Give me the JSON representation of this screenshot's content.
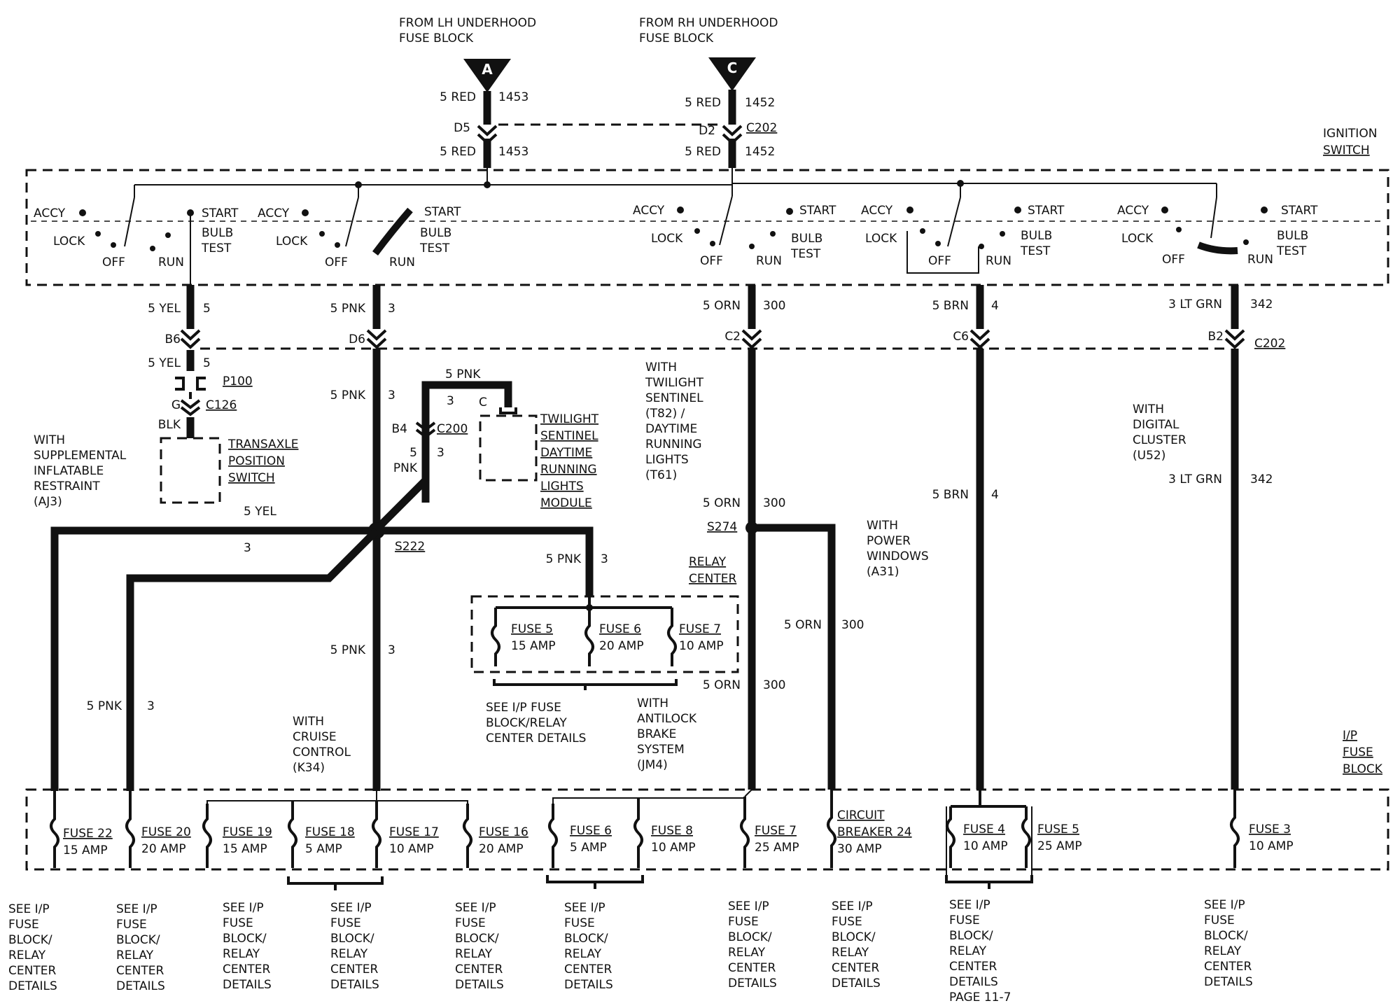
{
  "sources": {
    "lh": {
      "line1": "FROM LH UNDERHOOD",
      "line2": "FUSE BLOCK",
      "letter": "A"
    },
    "rh": {
      "line1": "FROM RH UNDERHOOD",
      "line2": "FUSE BLOCK",
      "letter": "C"
    }
  },
  "feeds": {
    "a_top_wire": "5 RED",
    "a_top_num": "1453",
    "a_conn": "D5",
    "a_bot_wire": "5 RED",
    "a_bot_num": "1453",
    "c_top_wire": "5 RED",
    "c_top_num": "1452",
    "c_conn": "D2",
    "c_conn_id": "C202",
    "c_bot_wire": "5 RED",
    "c_bot_num": "1452"
  },
  "ignition_switch": {
    "line1": "IGNITION",
    "line2": "SWITCH"
  },
  "switch_positions": {
    "accy": "ACCY",
    "lock": "LOCK",
    "off": "OFF",
    "run": "RUN",
    "start": "START",
    "bulb": "BULB",
    "test": "TEST"
  },
  "outputs": {
    "o1_wire": "5 YEL",
    "o1_num": "5",
    "o1_conn": "B6",
    "o1_wire2": "5 YEL",
    "o1_num2": "5",
    "p100": "P100",
    "g": "G",
    "c126": "C126",
    "blk": "BLK",
    "o2_wire": "5 PNK",
    "o2_num": "3",
    "o2_conn": "D6",
    "o2_wire2": "5 PNK",
    "o2_num2": "3",
    "o3_wire": "5 ORN",
    "o3_num": "300",
    "o3_conn": "C2",
    "o4_wire": "5 BRN",
    "o4_num": "4",
    "o4_conn": "C6",
    "o5_wire": "3 LT GRN",
    "o5_num": "342",
    "o5_conn": "B2",
    "o5_conn_id": "C202",
    "o4_wire2": "5 BRN",
    "o4_num2": "4",
    "o5_wire2": "3 LT GRN",
    "o5_num2": "342"
  },
  "sir_note": [
    "WITH",
    "SUPPLEMENTAL",
    "INFLATABLE",
    "RESTRAINT",
    "(AJ3)"
  ],
  "transaxle": [
    "TRANSAXLE",
    "POSITION",
    "SWITCH"
  ],
  "twilight_note": [
    "WITH",
    "TWILIGHT",
    "SENTINEL",
    "(T82) /",
    "DAYTIME",
    "RUNNING",
    "LIGHTS",
    "(T61)"
  ],
  "twilight_module": [
    "TWILIGHT",
    "SENTINEL",
    "DAYTIME",
    "RUNNING",
    "LIGHTS",
    "MODULE"
  ],
  "twilight_wiring": {
    "top_wire": "5 PNK",
    "num_a": "3",
    "pin_c": "C",
    "conn": "B4",
    "conn_id": "C200",
    "w1": "5",
    "w1_num": "3",
    "w2": "PNK"
  },
  "splices": {
    "s222": "S222",
    "s274": "S274",
    "yel_label": "5 YEL",
    "left_num": "3",
    "relay_feed_wire": "5 PNK",
    "relay_feed_num": "3",
    "orn_wire": "5 ORN",
    "orn_num": "300",
    "orn_wire2": "5 ORN",
    "orn_num2": "300",
    "orn_wire3": "5 ORN",
    "orn_num3": "300",
    "pnk_wire": "5 PNK",
    "pnk_num": "3",
    "pnk_left_wire": "5 PNK",
    "pnk_left_num": "3"
  },
  "digital_note": [
    "WITH",
    "DIGITAL",
    "CLUSTER",
    "(U52)"
  ],
  "power_windows_note": [
    "WITH",
    "POWER",
    "WINDOWS",
    "(A31)"
  ],
  "relay_center": {
    "line1": "RELAY",
    "line2": "CENTER"
  },
  "relay_fuses": [
    {
      "name": "FUSE 5",
      "amp": "15 AMP"
    },
    {
      "name": "FUSE 6",
      "amp": "20 AMP"
    },
    {
      "name": "FUSE 7",
      "amp": "10 AMP"
    }
  ],
  "relay_see": [
    "SEE I/P FUSE",
    "BLOCK/RELAY",
    "CENTER DETAILS"
  ],
  "cruise_note": [
    "WITH",
    "CRUISE",
    "CONTROL",
    "(K34)"
  ],
  "abs_note": [
    "WITH",
    "ANTILOCK",
    "BRAKE",
    "SYSTEM",
    "(JM4)"
  ],
  "ip_block": {
    "line1": "I/P",
    "line2": "FUSE",
    "line3": "BLOCK"
  },
  "ip_fuses": [
    {
      "name": "FUSE 22",
      "amp": "15 AMP"
    },
    {
      "name": "FUSE 20",
      "amp": "20 AMP"
    },
    {
      "name": "FUSE 19",
      "amp": "15 AMP"
    },
    {
      "name": "FUSE 18",
      "amp": "5 AMP"
    },
    {
      "name": "FUSE 17",
      "amp": "10 AMP"
    },
    {
      "name": "FUSE 16",
      "amp": "20 AMP"
    },
    {
      "name": "FUSE 6",
      "amp": "5 AMP"
    },
    {
      "name": "FUSE 8",
      "amp": "10 AMP"
    },
    {
      "name": "FUSE 7",
      "amp": "25 AMP"
    },
    {
      "name": "CIRCUIT",
      "amp": "30 AMP",
      "name2": "BREAKER 24"
    },
    {
      "name": "FUSE 4",
      "amp": "10 AMP"
    },
    {
      "name": "FUSE 5",
      "amp": "25 AMP"
    },
    {
      "name": "FUSE 3",
      "amp": "10 AMP"
    }
  ],
  "see_details": [
    "SEE I/P",
    "FUSE",
    "BLOCK/",
    "RELAY",
    "CENTER",
    "DETAILS"
  ],
  "see_page": "PAGE 11-7"
}
